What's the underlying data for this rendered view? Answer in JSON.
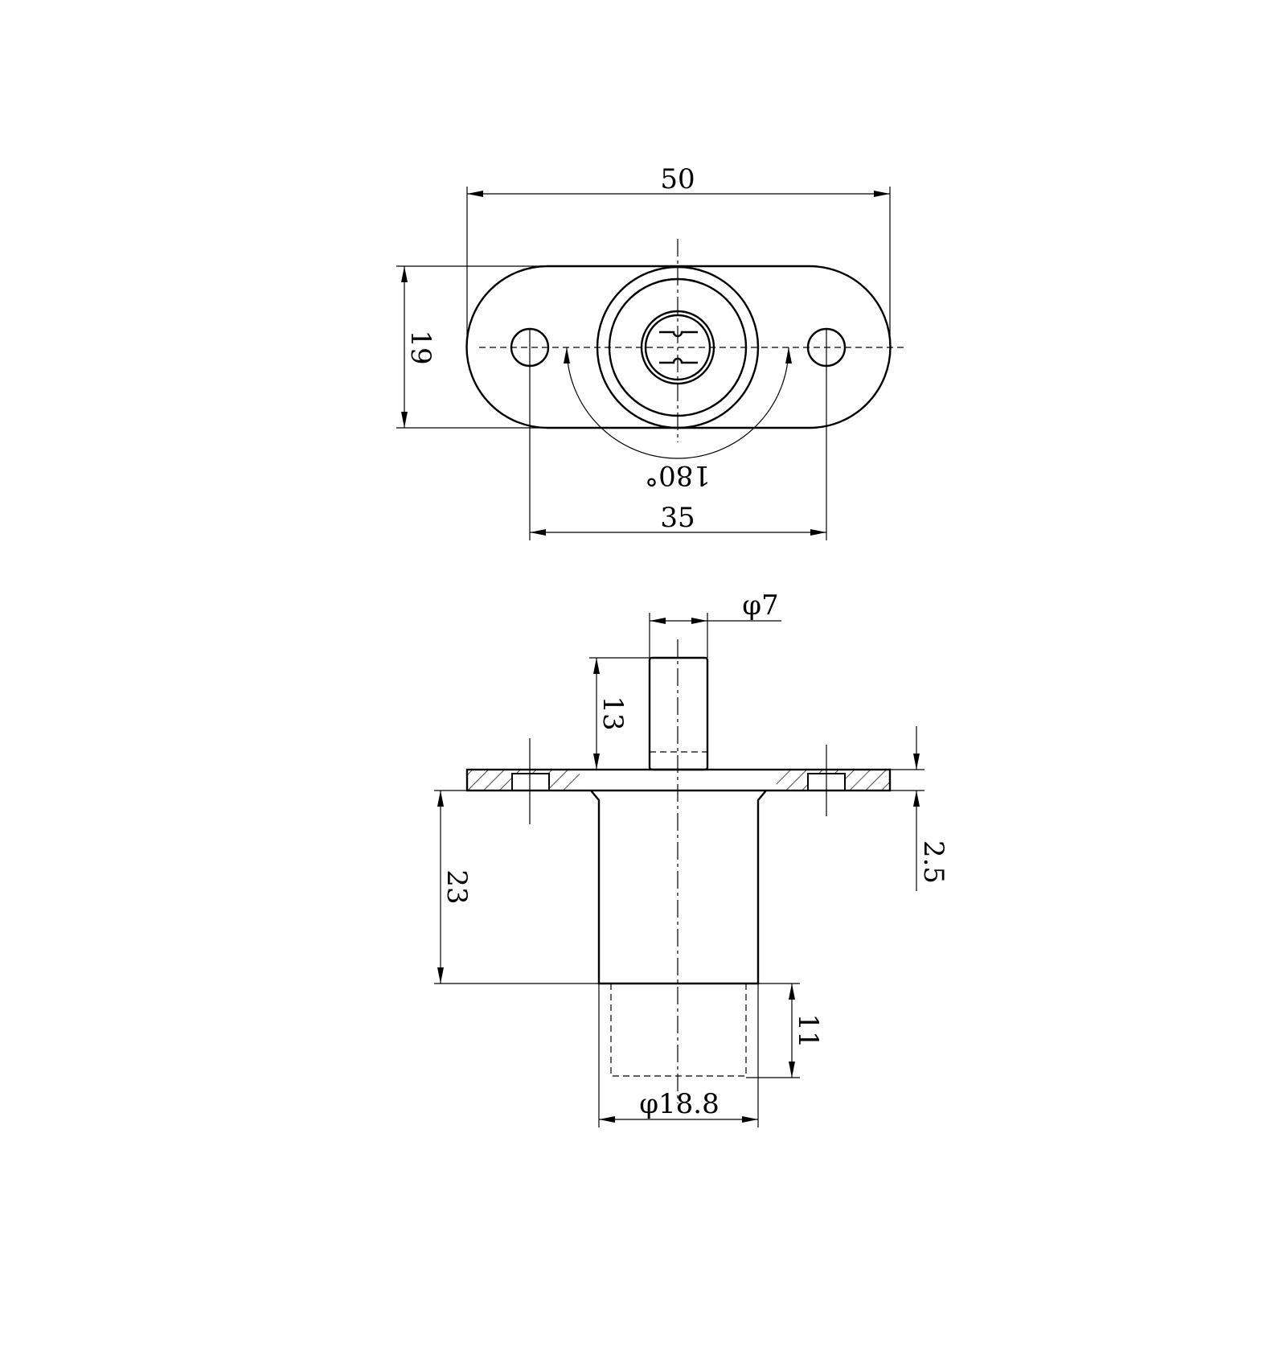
{
  "top_view": {
    "dim_overall_length": "50",
    "dim_height": "19",
    "dim_rotation_angle": "180°",
    "dim_hole_spacing": "35"
  },
  "side_view": {
    "dim_pin_diameter": "φ7",
    "dim_pin_length": "13",
    "dim_flange_thickness": "2.5",
    "dim_body_length": "23",
    "dim_stroke": "11",
    "dim_body_diameter": "φ18.8"
  }
}
